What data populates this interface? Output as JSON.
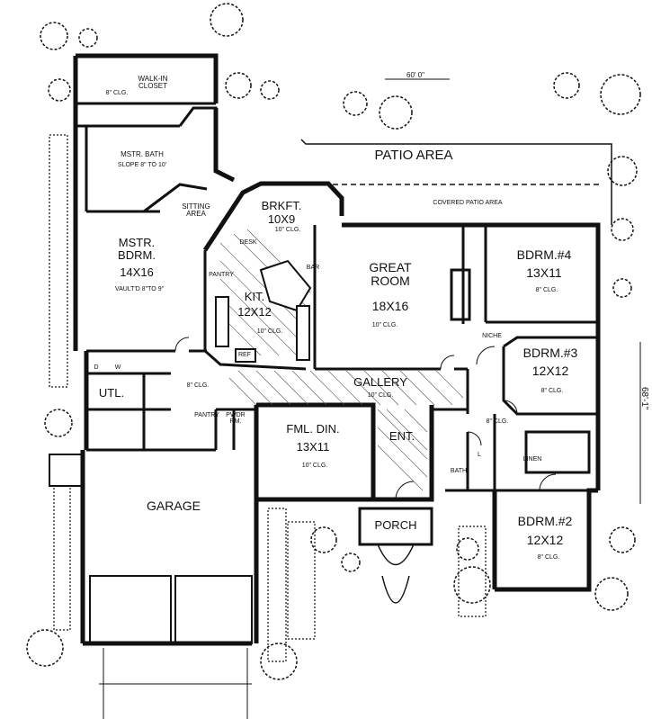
{
  "dimensions": {
    "width": "60' 0\"",
    "depth": "68'-1\""
  },
  "rooms": {
    "walk_in_closet": {
      "name": "WALK-IN\nCLOSET",
      "ceiling": "8\" CLG."
    },
    "master_bath": {
      "name": "MSTR. BATH",
      "ceiling": "SLOPE 8\" TO 10'"
    },
    "sitting_area": {
      "name": "SITTING\nAREA"
    },
    "master_bedroom": {
      "name": "MSTR.\nBDRM.",
      "size": "14X16",
      "ceiling": "VAULT'D 8\"TO 9\""
    },
    "patio_area": {
      "name": "PATIO AREA"
    },
    "covered_patio": {
      "name": "COVERED PATIO AREA"
    },
    "breakfast": {
      "name": "BRKFT.",
      "size": "10X9",
      "ceiling": "10\" CLG."
    },
    "kitchen": {
      "name": "KIT.",
      "size": "12X12",
      "ceiling": "10\" CLG."
    },
    "great_room": {
      "name": "GREAT\nROOM",
      "size": "18X16",
      "ceiling": "10\" CLG."
    },
    "bedroom4": {
      "name": "BDRM.#4",
      "size": "13X11",
      "ceiling": "8\" CLG."
    },
    "bedroom3": {
      "name": "BDRM.#3",
      "size": "12X12",
      "ceiling": "8\" CLG."
    },
    "bedroom2": {
      "name": "BDRM.#2",
      "size": "12X12",
      "ceiling": "8\" CLG."
    },
    "gallery": {
      "name": "GALLERY",
      "ceiling": "10\" CLG."
    },
    "utility": {
      "name": "UTL.",
      "ceiling": "8\" CLG."
    },
    "family_dining": {
      "name": "FML. DIN.",
      "size": "13X11",
      "ceiling": "10\" CLG."
    },
    "entry": {
      "name": "ENT."
    },
    "garage": {
      "name": "GARAGE"
    },
    "porch": {
      "name": "PORCH"
    },
    "bath": {
      "name": "BATH"
    },
    "hall_clg": {
      "ceiling": "8\" CLG."
    }
  },
  "fixtures": {
    "desk": "DESK",
    "bar": "BAR",
    "pantry": "PANTRY",
    "ref": "REF",
    "niche": "NICHE",
    "linen": "LINEN",
    "pwdr": "PWDR\nRM.",
    "pantry2": "PANTRY",
    "washer": "W",
    "dryer": "D",
    "linen_l": "L"
  }
}
